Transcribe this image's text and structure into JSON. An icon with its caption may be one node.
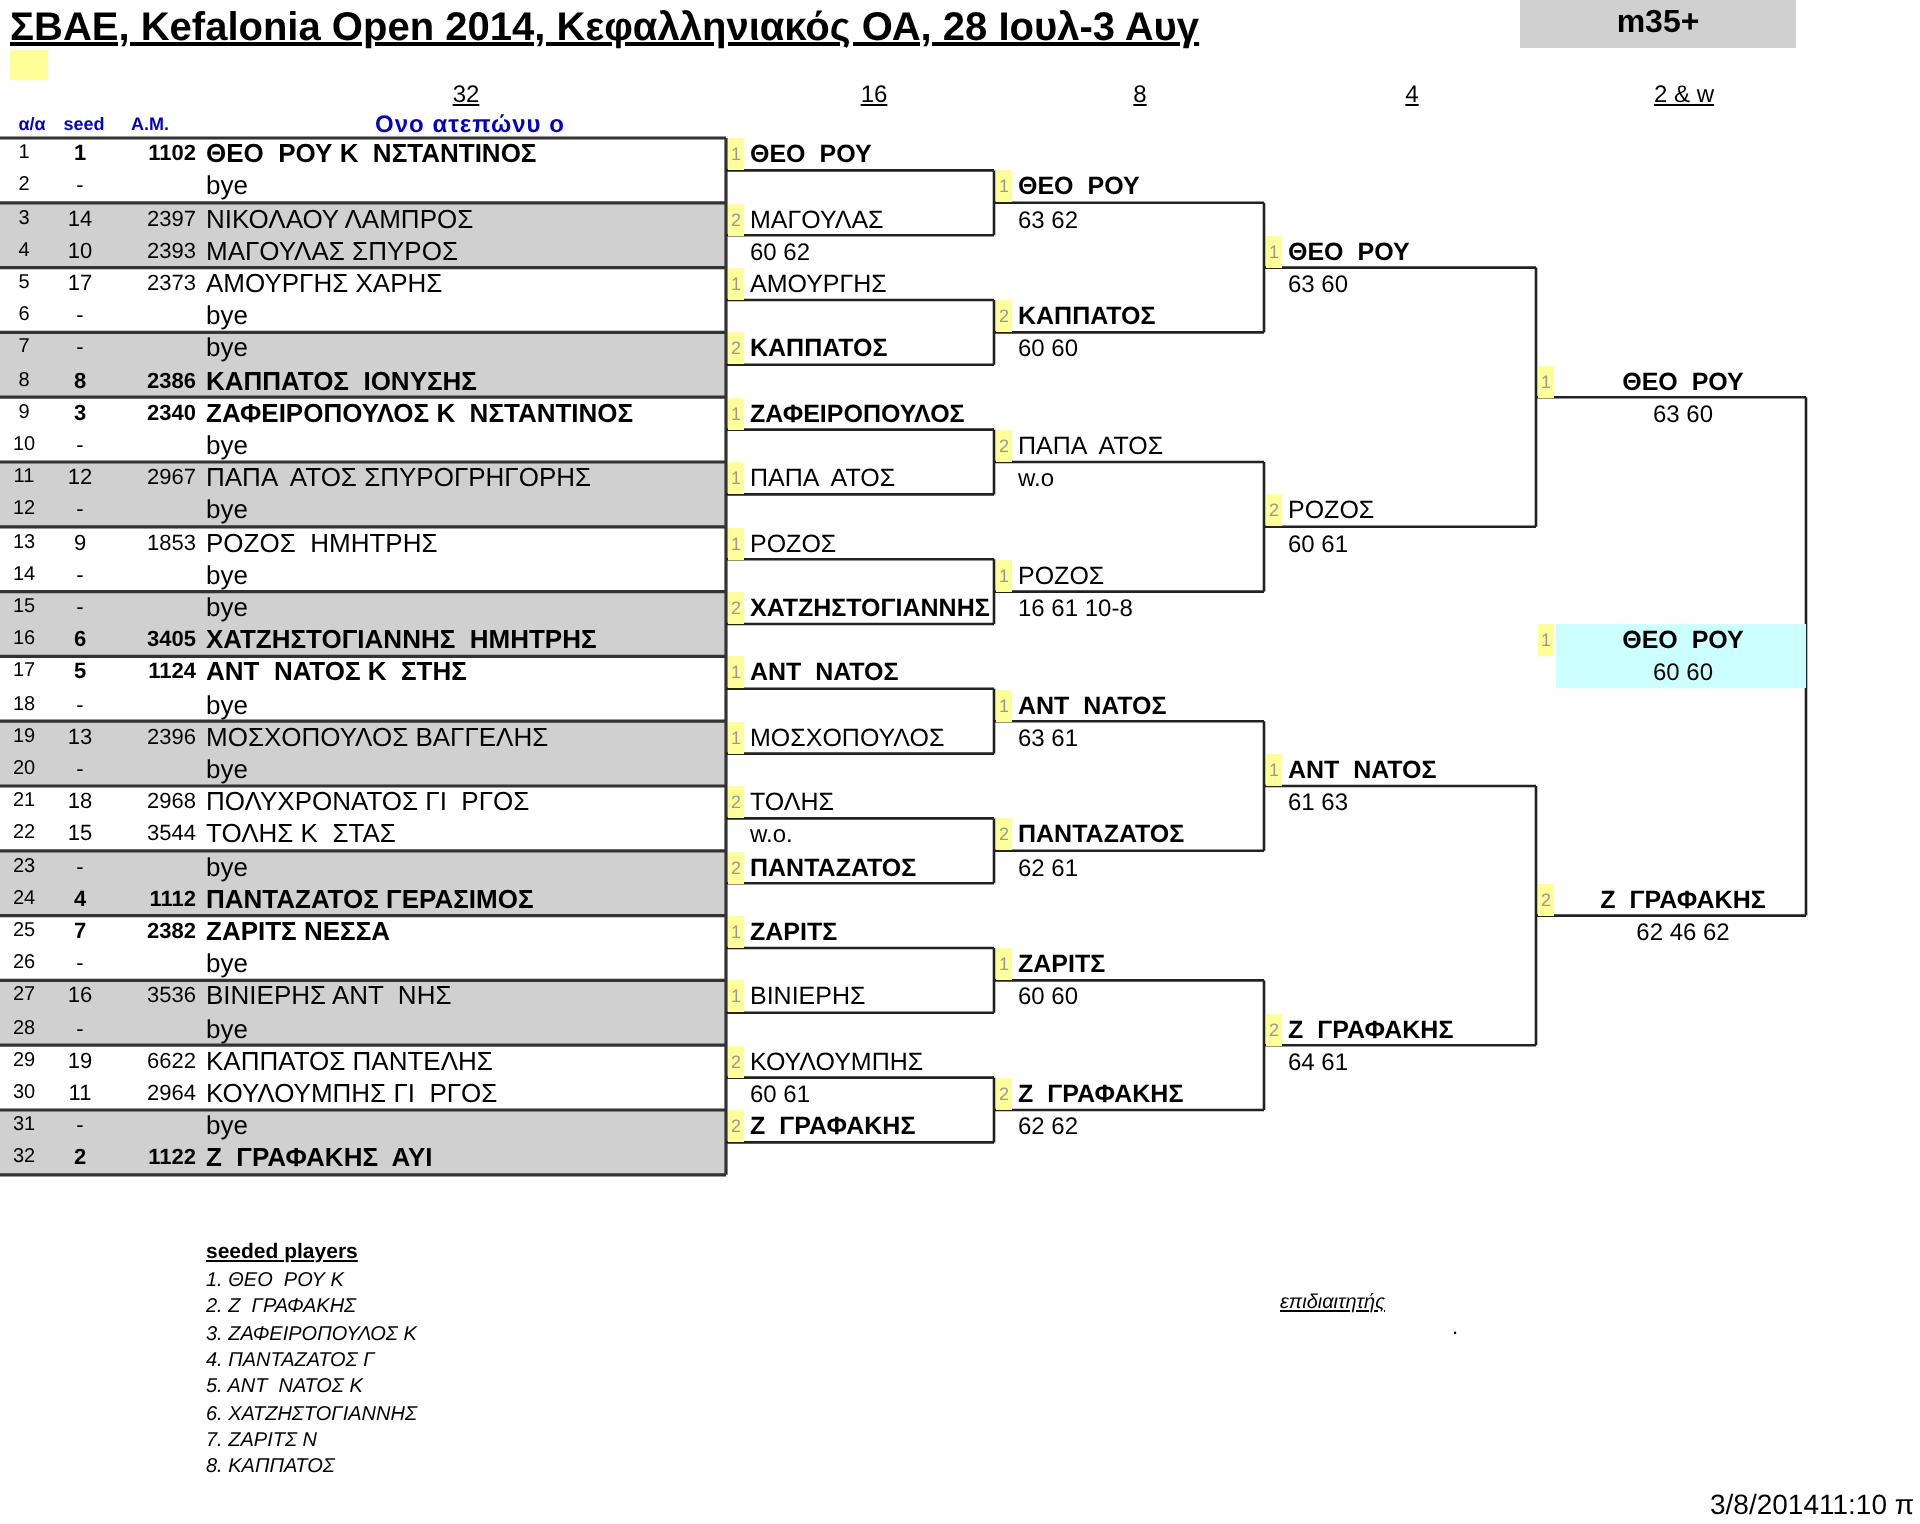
{
  "diagram": {
    "title": "ΣΒΑΕ, Kefalonia Open 2014, Κεφαλληνιακός ΟΑ, 28 Ιουλ-3 Αυγ",
    "labels": [
      "m35+",
      "32",
      "16",
      "8",
      "4",
      "2 & w",
      "α/α",
      "seed",
      "Α.Μ.",
      "Ονο ατεπώνυ ο",
      "1",
      "1",
      "1102",
      "ΘΕΟ  ΡΟΥ Κ  ΝΣΤΑΝΤΙΝΟΣ",
      "2",
      "-",
      "bye",
      "3",
      "14",
      "2397",
      "ΝΙΚΟΛΑΟΥ ΛΑΜΠΡΟΣ",
      "4",
      "10",
      "2393",
      "ΜΑΓΟΥΛΑΣ ΣΠΥΡΟΣ",
      "5",
      "17",
      "2373",
      "ΑΜΟΥΡΓΗΣ ΧΑΡΗΣ",
      "6",
      "-",
      "bye",
      "7",
      "-",
      "bye",
      "8",
      "8",
      "2386",
      "ΚΑΠΠΑΤΟΣ  ΙΟΝΥΣΗΣ",
      "9",
      "3",
      "2340",
      "ΖΑΦΕΙΡΟΠΟΥΛΟΣ Κ  ΝΣΤΑΝΤΙΝΟΣ",
      "10",
      "-",
      "bye",
      "11",
      "12",
      "2967",
      "ΠΑΠΑ  ΑΤΟΣ ΣΠΥΡΟΓΡΗΓΟΡΗΣ",
      "12",
      "-",
      "bye",
      "13",
      "9",
      "1853",
      "ΡΟΖΟΣ  ΗΜΗΤΡΗΣ",
      "14",
      "-",
      "bye",
      "15",
      "-",
      "bye",
      "16",
      "6",
      "3405",
      "ΧΑΤΖΗΣΤΟΓΙΑΝΝΗΣ  ΗΜΗΤΡΗΣ",
      "17",
      "5",
      "1124",
      "ΑΝΤ  ΝΑΤΟΣ Κ  ΣΤΗΣ",
      "18",
      "-",
      "bye",
      "19",
      "13",
      "2396",
      "ΜΟΣΧΟΠΟΥΛΟΣ ΒΑΓΓΕΛΗΣ",
      "20",
      "-",
      "bye",
      "21",
      "18",
      "2968",
      "ΠΟΛΥΧΡΟΝΑΤΟΣ ΓΙ  ΡΓΟΣ",
      "22",
      "15",
      "3544",
      "ΤΟΛΗΣ Κ  ΣΤΑΣ",
      "23",
      "-",
      "bye",
      "24",
      "4",
      "1112",
      "ΠΑΝΤΑΖΑΤΟΣ ΓΕΡΑΣΙΜΟΣ",
      "25",
      "7",
      "2382",
      "ΖΑΡΙΤΣ ΝΕΣΣΑ",
      "26",
      "-",
      "bye",
      "27",
      "16",
      "3536",
      "ΒΙΝΙΕΡΗΣ ΑΝΤ  ΝΗΣ",
      "28",
      "-",
      "bye",
      "29",
      "19",
      "6622",
      "ΚΑΠΠΑΤΟΣ ΠΑΝΤΕΛΗΣ",
      "30",
      "11",
      "2964",
      "ΚΟΥΛΟΥΜΠΗΣ ΓΙ  ΡΓΟΣ",
      "31",
      "-",
      "bye",
      "32",
      "2",
      "1122",
      "Ζ  ΓΡΑΦΑΚΗΣ  ΑΥΙ",
      "1",
      "ΘΕΟ  ΡΟΥ",
      "2",
      "ΜΑΓΟΥΛΑΣ",
      "60 62",
      "1",
      "ΑΜΟΥΡΓΗΣ",
      "2",
      "ΚΑΠΠΑΤΟΣ",
      "1",
      "ΖΑΦΕΙΡΟΠΟΥΛΟΣ",
      "1",
      "ΠΑΠΑ  ΑΤΟΣ",
      "1",
      "ΡΟΖΟΣ",
      "2",
      "ΧΑΤΖΗΣΤΟΓΙΑΝΝΗΣ",
      "1",
      "ΑΝΤ  ΝΑΤΟΣ",
      "1",
      "ΜΟΣΧΟΠΟΥΛΟΣ",
      "2",
      "ΤΟΛΗΣ",
      "w.o.",
      "2",
      "ΠΑΝΤΑΖΑΤΟΣ",
      "1",
      "ΖΑΡΙΤΣ",
      "1",
      "ΒΙΝΙΕΡΗΣ",
      "2",
      "ΚΟΥΛΟΥΜΠΗΣ",
      "60 61",
      "2",
      "Ζ  ΓΡΑΦΑΚΗΣ",
      "1",
      "ΘΕΟ  ΡΟΥ",
      "63 62",
      "2",
      "ΚΑΠΠΑΤΟΣ",
      "60 60",
      "2",
      "ΠΑΠΑ  ΑΤΟΣ",
      "w.o",
      "1",
      "ΡΟΖΟΣ",
      "16 61 10-8",
      "1",
      "ΑΝΤ  ΝΑΤΟΣ",
      "63 61",
      "2",
      "ΠΑΝΤΑΖΑΤΟΣ",
      "62 61",
      "1",
      "ΖΑΡΙΤΣ",
      "60 60",
      "2",
      "Ζ  ΓΡΑΦΑΚΗΣ",
      "62 62",
      "1",
      "ΘΕΟ  ΡΟΥ",
      "63 60",
      "2",
      "ΡΟΖΟΣ",
      "60 61",
      "1",
      "ΑΝΤ  ΝΑΤΟΣ",
      "61 63",
      "2",
      "Ζ  ΓΡΑΦΑΚΗΣ",
      "64 61",
      "1",
      "ΘΕΟ  ΡΟΥ",
      "63 60",
      "2",
      "Ζ  ΓΡΑΦΑΚΗΣ",
      "62 46 62",
      "1",
      "ΘΕΟ  ΡΟΥ",
      "60 60",
      "seeded players",
      "1. ΘΕΟ  ΡΟΥ Κ",
      "2. Ζ  ΓΡΑΦΑΚΗΣ",
      "3. ΖΑΦΕΙΡΟΠΟΥΛΟΣ Κ",
      "4. ΠΑΝΤΑΖΑΤΟΣ Γ",
      "5. ΑΝΤ  ΝΑΤΟΣ Κ",
      "6. ΧΑΤΖΗΣΤΟΓΙΑΝΝΗΣ",
      "7. ΖΑΡΙΤΣ Ν",
      "8. ΚΑΠΠΑΤΟΣ",
      "επιδιαιτητής",
      ".",
      "3/8/201411:10 π"
    ]
  }
}
